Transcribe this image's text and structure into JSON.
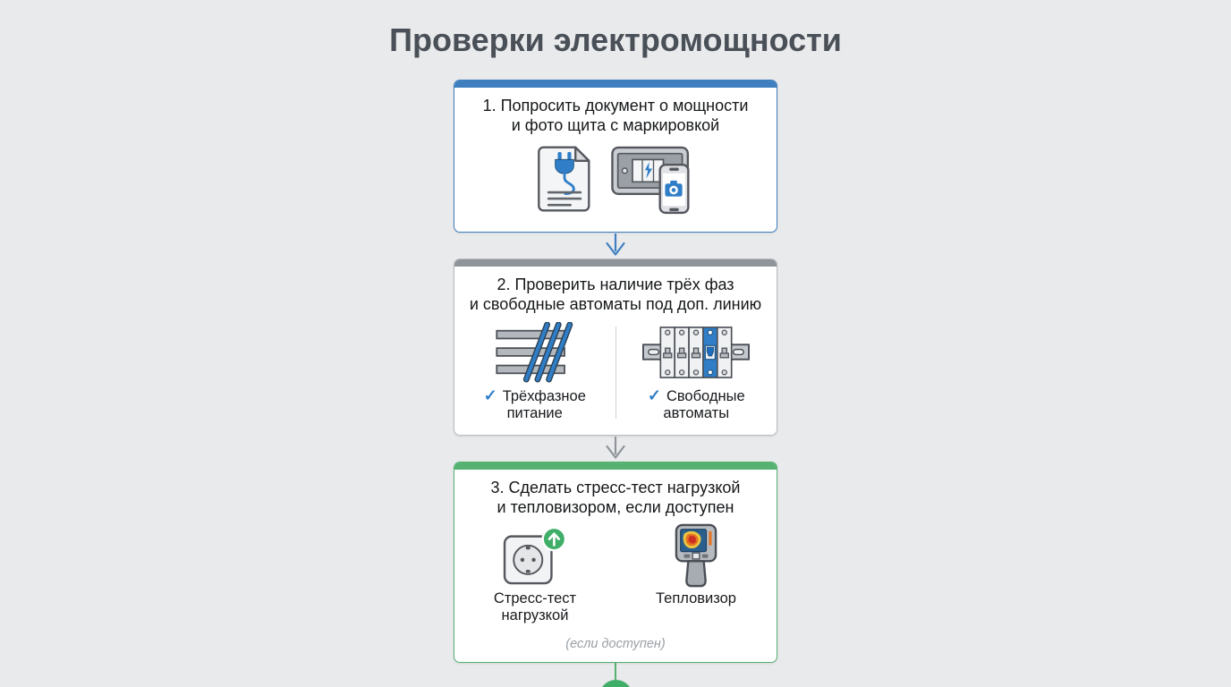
{
  "page_title": "Проверки электромощности",
  "colors": {
    "background": "#e9eaec",
    "card_background": "#ffffff",
    "step1_accent": "#3f7fc0",
    "step2_accent": "#8f949b",
    "step3_accent": "#57b272",
    "check_blue": "#2f7ec7",
    "success_green": "#3fae68",
    "title_text": "#4a5057",
    "body_text": "#151719",
    "muted_text": "#9aa0a6"
  },
  "steps": [
    {
      "title_lines": [
        "1. Попросить документ о мощности",
        "и фото щита с маркировкой"
      ],
      "icons": [
        "power-document-icon",
        "panel-photo-icon"
      ]
    },
    {
      "title_lines": [
        "2. Проверить наличие трёх фаз",
        "и свободные автоматы под доп. линию"
      ],
      "items": [
        {
          "icon": "three-phase-icon",
          "check_glyph": "✓",
          "label_lines": [
            "Трёхфазное",
            "питание"
          ]
        },
        {
          "icon": "free-breakers-icon",
          "check_glyph": "✓",
          "label_lines": [
            "Свободные",
            "автоматы"
          ]
        }
      ]
    },
    {
      "title_lines": [
        "3. Сделать стресс-тест нагрузкой",
        "и тепловизором, если доступен"
      ],
      "items": [
        {
          "icon": "load-stress-test-icon",
          "label_lines": [
            "Стресс-тест",
            "нагрузкой"
          ]
        },
        {
          "icon": "thermal-camera-icon",
          "label_lines": [
            "Тепловизор"
          ]
        }
      ],
      "footnote": "(если доступен)"
    }
  ],
  "connectors": [
    {
      "icon": "arrow-down-icon",
      "color": "#3f7fc0"
    },
    {
      "icon": "arrow-down-icon",
      "color": "#8f949b"
    }
  ],
  "completion": {
    "icon": "success-check-icon"
  }
}
